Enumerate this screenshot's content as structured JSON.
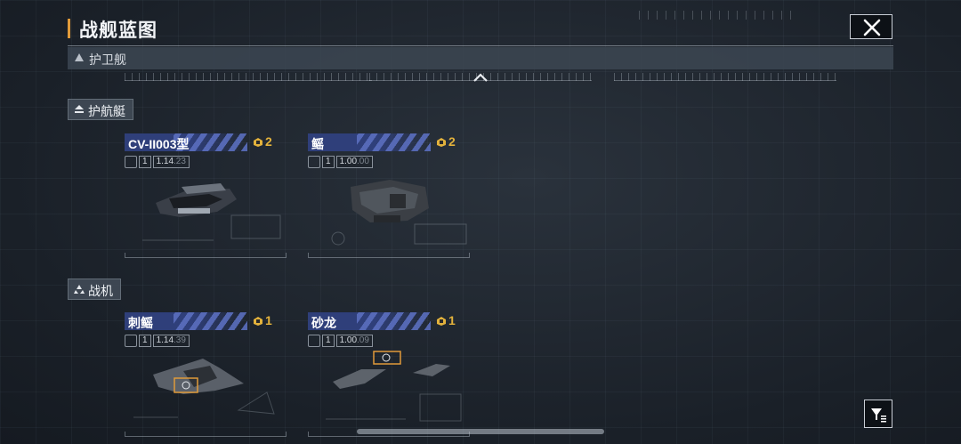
{
  "header": {
    "title": "战舰蓝图"
  },
  "section": {
    "label": "护卫舰"
  },
  "categories": [
    {
      "label": "护航艇",
      "cards": [
        {
          "name": "CV-II003型",
          "count": "2",
          "stat_a": "1",
          "stat_b": "1.14",
          "stat_c": ".23"
        },
        {
          "name": "鳐",
          "count": "2",
          "stat_a": "1",
          "stat_b": "1.00",
          "stat_c": ".00"
        }
      ]
    },
    {
      "label": "战机",
      "cards": [
        {
          "name": "刺鳐",
          "count": "1",
          "stat_a": "1",
          "stat_b": "1.14",
          "stat_c": ".39"
        },
        {
          "name": "砂龙",
          "count": "1",
          "stat_a": "1",
          "stat_b": "1.00",
          "stat_c": ".09"
        }
      ]
    }
  ],
  "icons": {
    "close": "close-icon",
    "filter": "filter-icon",
    "collapse": "chevron-up-icon",
    "section": "triangle-icon",
    "currency": "blueprint-token-icon"
  },
  "colors": {
    "accent": "#e09a3a",
    "card_head": "#2f3f7a",
    "count": "#e3b23c"
  }
}
